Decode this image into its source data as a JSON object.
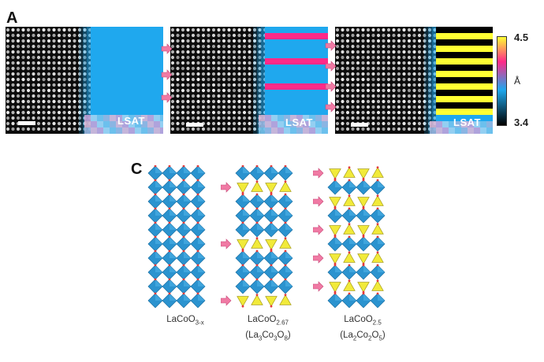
{
  "panel_a": {
    "letter": "A",
    "substrate_label": "LSAT",
    "colorbar": {
      "max": "4.5",
      "min": "3.4",
      "unit": "Å",
      "colors": {
        "high": "#ffff33",
        "mid_high": "#ff2a88",
        "mid_low": "#1fa8ee",
        "low": "#000000"
      }
    }
  },
  "panel_c": {
    "letter": "C",
    "structures": [
      {
        "formula": "LaCoO",
        "sub": "3-x",
        "line2": ""
      },
      {
        "formula": "LaCoO",
        "sub": "2.67",
        "line2_pre": "(La",
        "line2_a": "3",
        "line2_b": "Co",
        "line2_c": "3",
        "line2_d": "O",
        "line2_e": "8",
        "line2_post": ")"
      },
      {
        "formula": "LaCoO",
        "sub": "2.5",
        "line2_pre": "(La",
        "line2_a": "2",
        "line2_b": "Co",
        "line2_c": "2",
        "line2_d": "O",
        "line2_e": "5",
        "line2_post": ")"
      }
    ],
    "colors": {
      "octahedra": "#2b93cf",
      "tetrahedra": "#f1ea3a",
      "oxygen": "#e23a3a",
      "arrow": "#f07aa4"
    }
  }
}
